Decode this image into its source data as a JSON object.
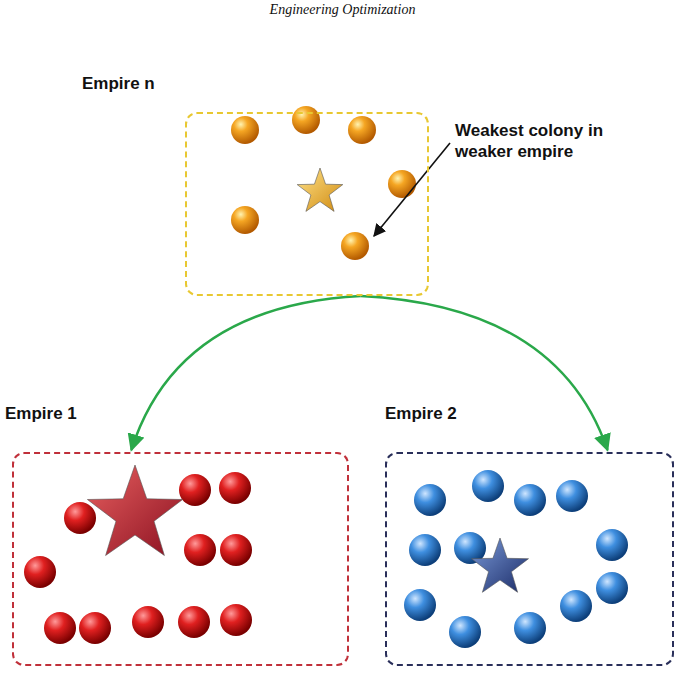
{
  "diagram": {
    "nodes": [
      {
        "text": [
          "Empire n"
        ]
      },
      {
        "text": [
          "Empire 1"
        ]
      },
      {
        "text": [
          "Empire 2"
        ]
      }
    ],
    "edges": [
      {
        "from": 0,
        "to": 1,
        "arrow": "to"
      },
      {
        "from": 0,
        "to": 2,
        "arrow": "to"
      }
    ],
    "labels": [
      "Engineering Optimization",
      "Weakest colony in weaker empire"
    ]
  }
}
